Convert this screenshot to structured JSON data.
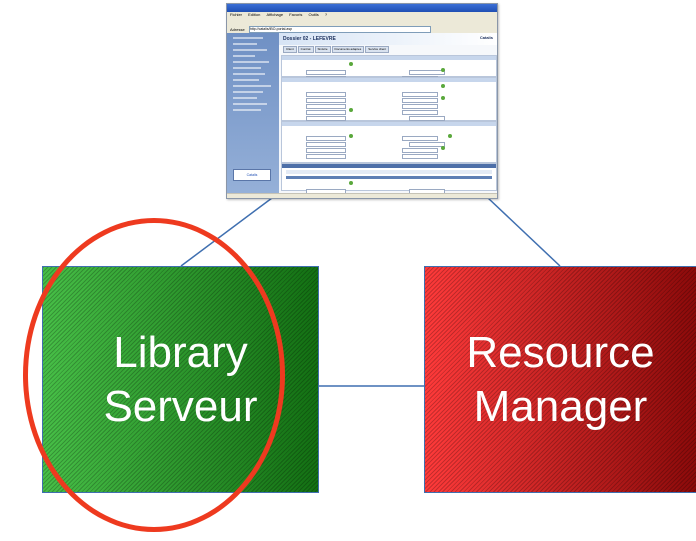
{
  "screenshot": {
    "window_title": "Catalis - Edition du client - Microsoft Internet Explorer",
    "menu": [
      "Fichier",
      "Edition",
      "Affichage",
      "Favoris",
      "Outils",
      "?"
    ],
    "address_label": "Adresse",
    "address_value": "http://catalis/IBO-portal.asp",
    "doc_title": "Dossier 02 - LEFEVRE",
    "brand": "Catalis",
    "tabs": [
      "Client",
      "Contrat",
      "Sinistre",
      "Documents adaptes",
      "Service client"
    ],
    "sidebar_logo": "Catalis"
  },
  "diagram": {
    "library_label": "Library\nServeur",
    "resource_label": "Resource\nManager",
    "highlight_color": "#ee3a1f",
    "connector_color": "#3f6fb0"
  }
}
